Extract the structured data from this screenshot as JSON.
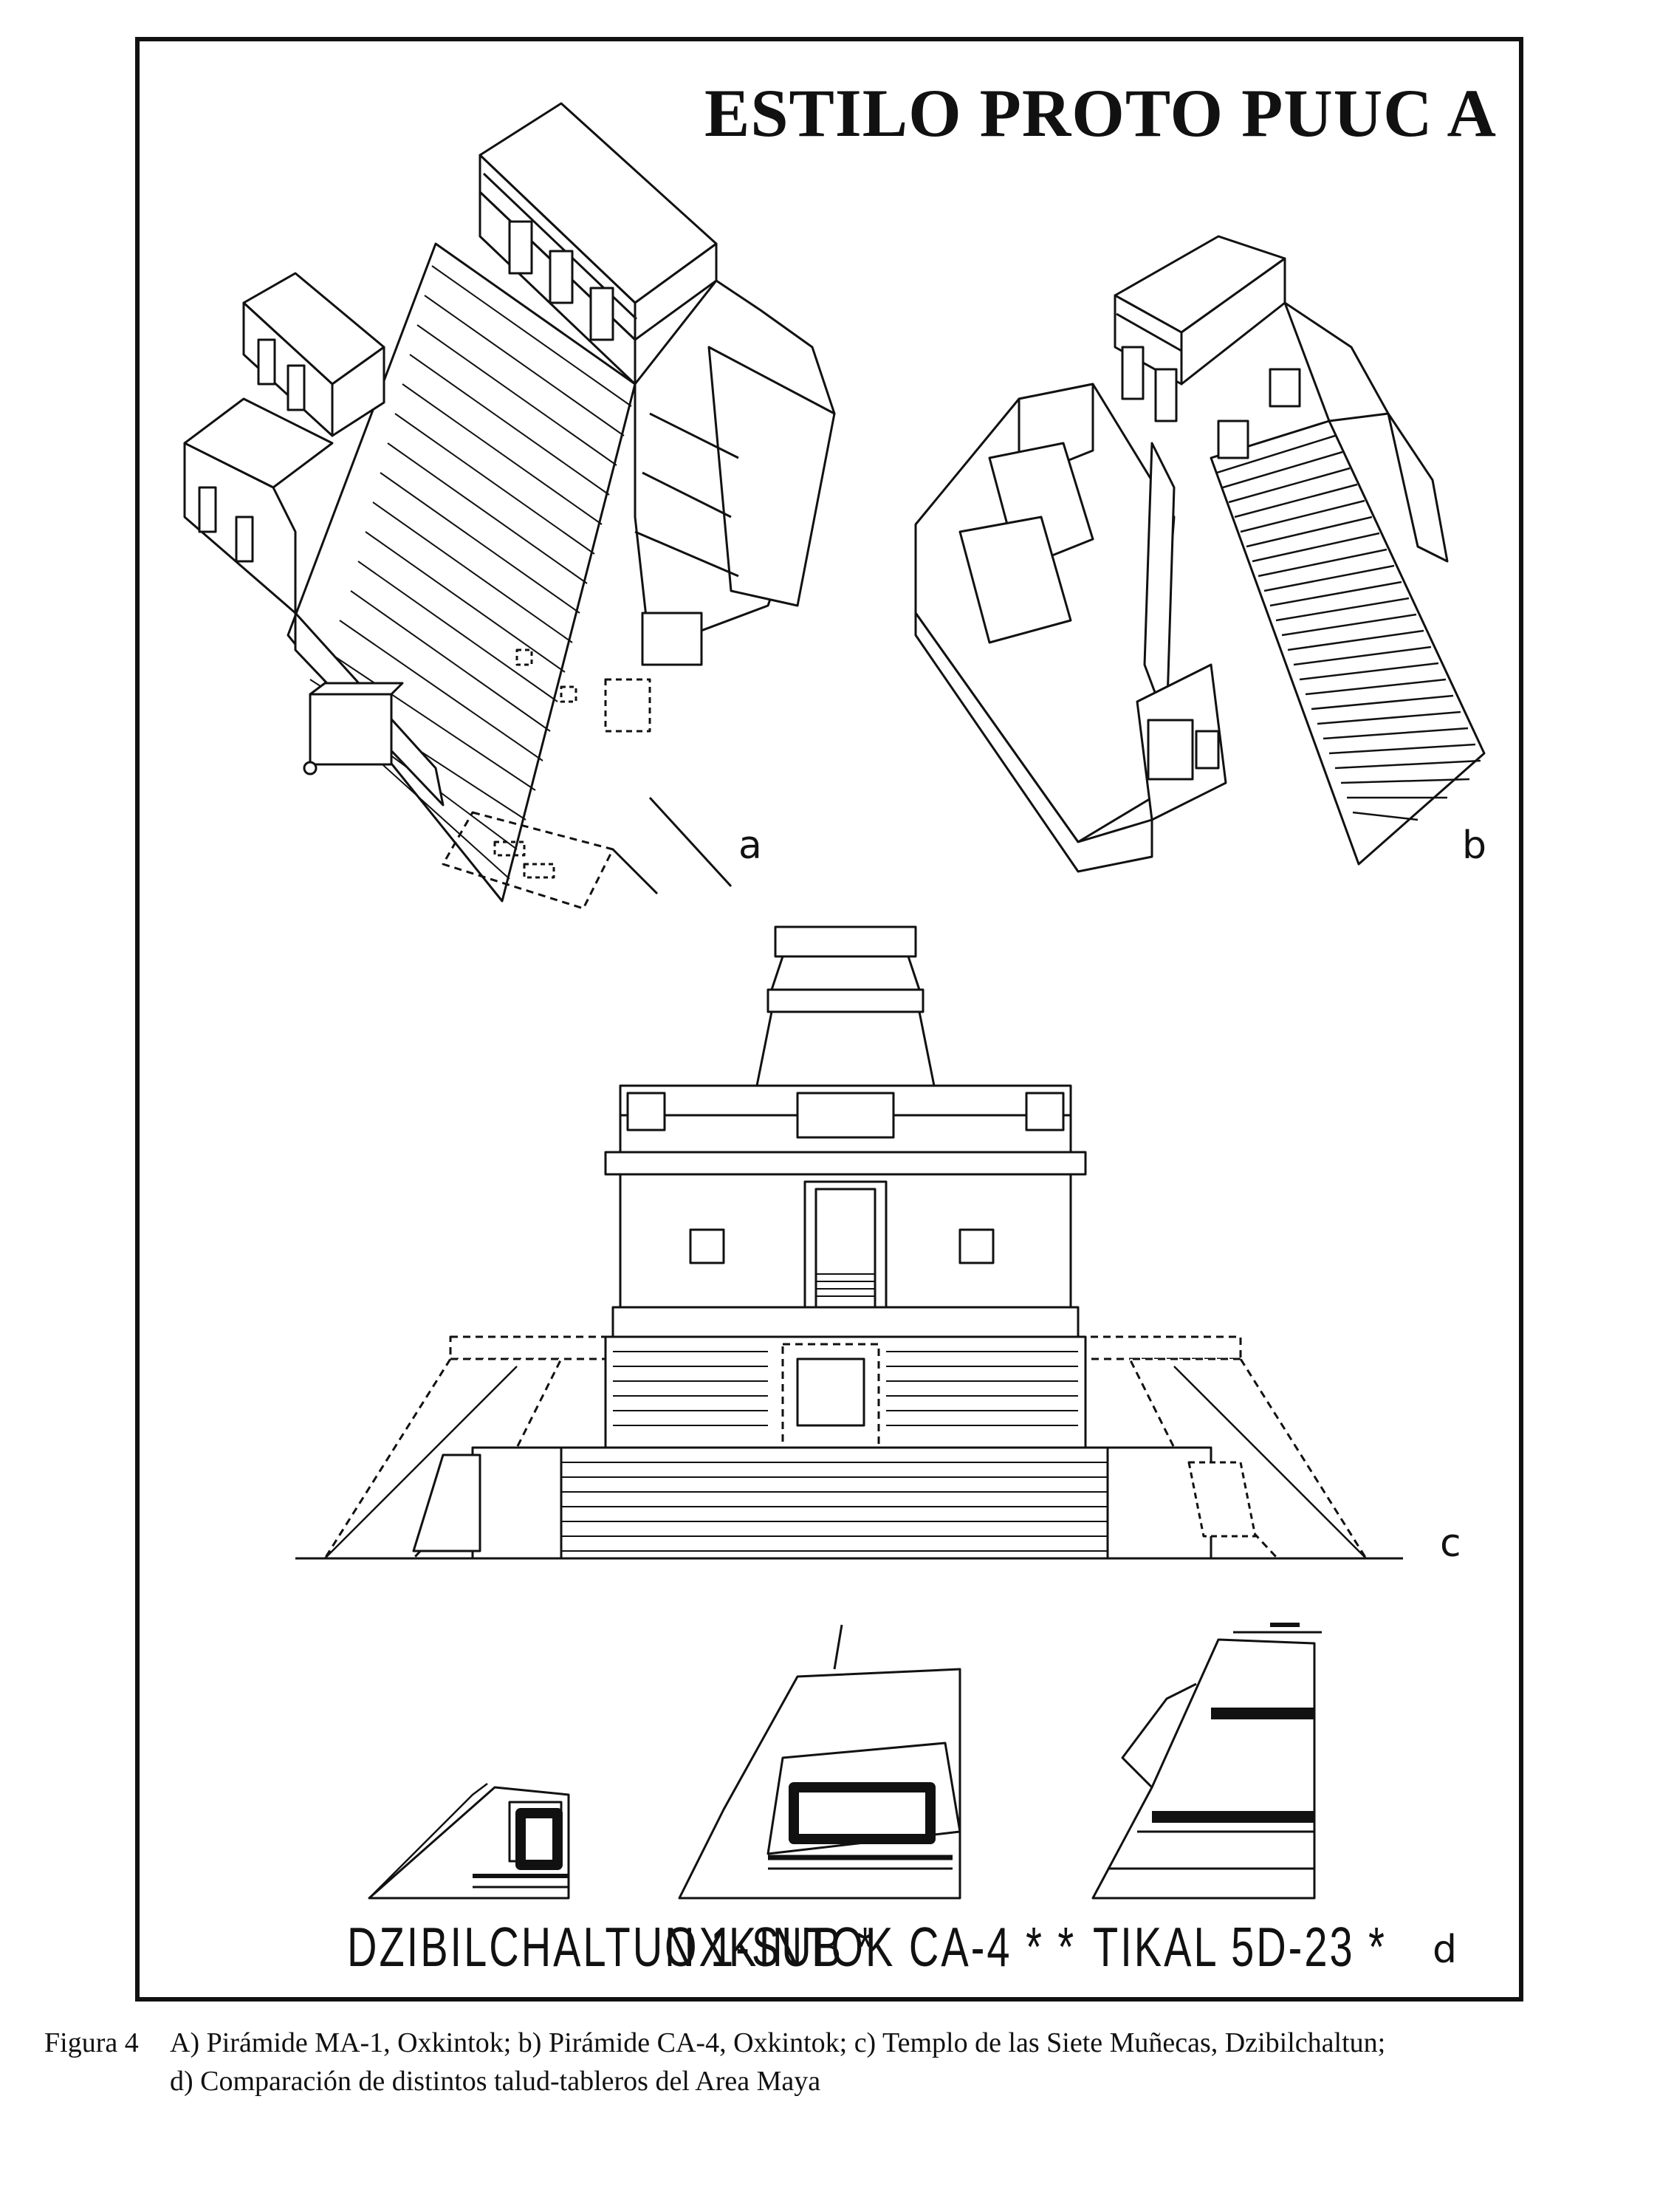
{
  "plate": {
    "title": "ESTILO PROTO PUUC A"
  },
  "panels": {
    "a": {
      "letter": "a"
    },
    "b": {
      "letter": "b"
    },
    "c": {
      "letter": "c"
    },
    "d": {
      "letter": "d"
    }
  },
  "comparison_labels": [
    "DZIBILCHALTUN 1-SUB *",
    "OXKINTOK CA-4 * *",
    "TIKAL 5D-23 *"
  ],
  "caption": {
    "figure": "Figura 4",
    "line1": "A) Pirámide MA-1, Oxkintok; b) Pirámide CA-4, Oxkintok; c) Templo de las Siete Muñecas, Dzibilchaltun;",
    "line2": "d) Comparación de distintos talud-tableros del Area Maya"
  }
}
